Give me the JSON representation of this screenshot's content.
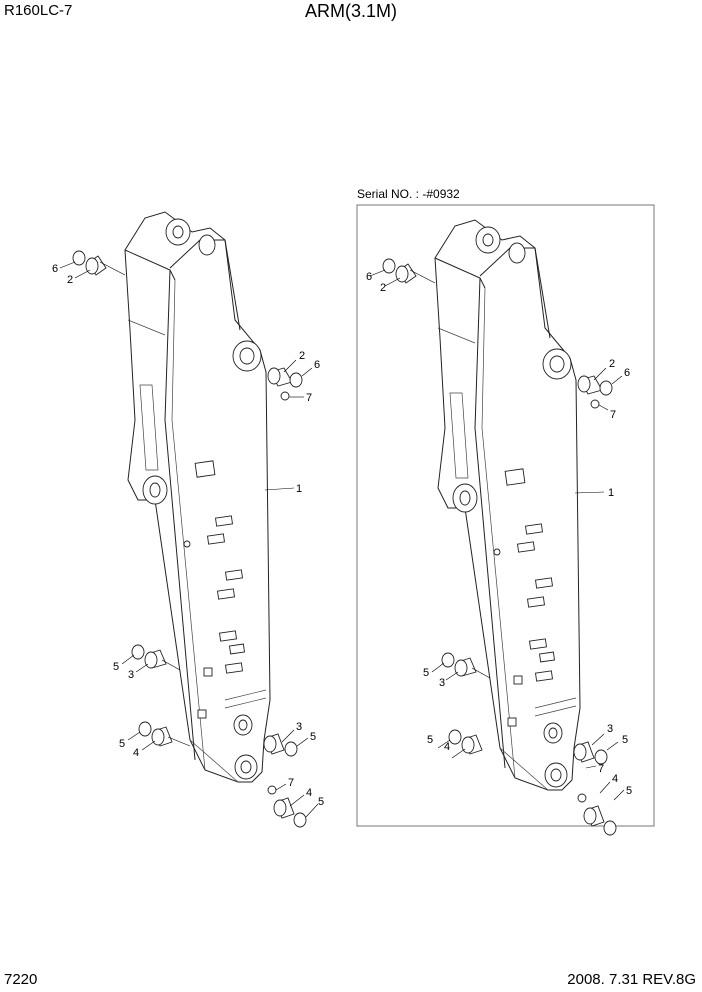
{
  "header": {
    "model": "R160LC-7",
    "title": "ARM(3.1M)"
  },
  "variant_box": {
    "serial_label": "Serial NO. : -#0932"
  },
  "footer": {
    "page_number": "7220",
    "revision": "2008. 7.31  REV.8G"
  },
  "callouts": {
    "left": [
      "6",
      "2",
      "2",
      "6",
      "7",
      "1",
      "5",
      "3",
      "3",
      "5",
      "5",
      "4",
      "7",
      "4",
      "5"
    ],
    "right": [
      "6",
      "2",
      "2",
      "6",
      "7",
      "1",
      "5",
      "3",
      "3",
      "5",
      "5",
      "4",
      "7",
      "4",
      "5"
    ]
  }
}
